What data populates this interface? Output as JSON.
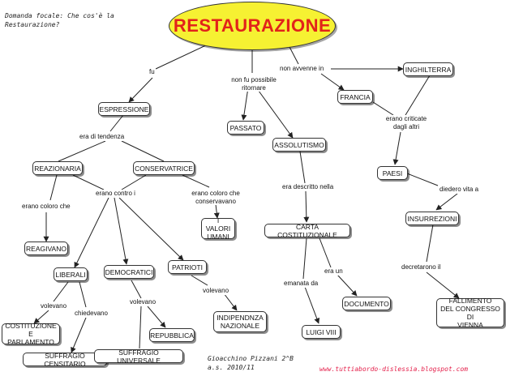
{
  "header": {
    "focus_question": "Domanda focale: Che cos'è la\nRestaurazione?",
    "title": "RESTAURAZIONE"
  },
  "nodes": {
    "espressione": "ESPRESSIONE",
    "reazionaria": "REAZIONARIA",
    "conservatrice": "CONSERVATRICE",
    "reagivano": "REAGIVANO",
    "liberali": "LIBERALI",
    "democratici": "DEMOCRATICI",
    "patrioti": "PATRIOTI",
    "costituzione": "COSTITUZIONE E\nPARLAMENTO",
    "suffragio_censitario": "SUFFRAGIO CENSITARIO",
    "suffragio_universale": "SUFFRAGIO UNIVERSALE",
    "repubblica": "REPUBBLICA",
    "indipendenza": "INDIPENDNZA\nNAZIONALE",
    "valori_umani": "I VALORI\nUMANI",
    "passato": "PASSATO",
    "assolutismo": "ASSOLUTISMO",
    "carta": "CARTA COSTITUZIONALE",
    "documento": "DOCUMENTO",
    "luigi": "LUIGI VIII",
    "inghilterra": "INGHILTERRA",
    "francia": "FRANCIA",
    "paesi": "PAESI",
    "insurrezioni": "INSURREZIONI",
    "fallimento": "FALLIMENTO\nDEL CONGRESSO DI\nVIENNA"
  },
  "labels": {
    "fu": "fu",
    "non_fu_possibile": "non fu possibile\nritornare",
    "non_avvenne_in": "non avvenne in",
    "era_di_tendenza": "era di tendenza",
    "erano_contro_i": "erano contro i",
    "erano_coloro_che": "erano coloro che",
    "erano_coloro_che_conservavano": "erano coloro che\nconservavano",
    "volevano_liberali": "volevano",
    "chiedevano": "chiedevano",
    "volevano_democratici": "volevano",
    "volevano_patrioti": "volevano",
    "era_descritto_nella": "era descritto nella",
    "era_un": "era un",
    "emanata_da": "emanata da",
    "erano_criticate": "erano criticate\ndagli altri",
    "diedero_vita_a": "diedero vita a",
    "decretarono_il": "decretarono il"
  },
  "footer": {
    "author": "Gioacchino Pizzani 2^B\na.s. 2010/11",
    "website": "www.tuttiabordo-dislessia.blogspot.com"
  }
}
